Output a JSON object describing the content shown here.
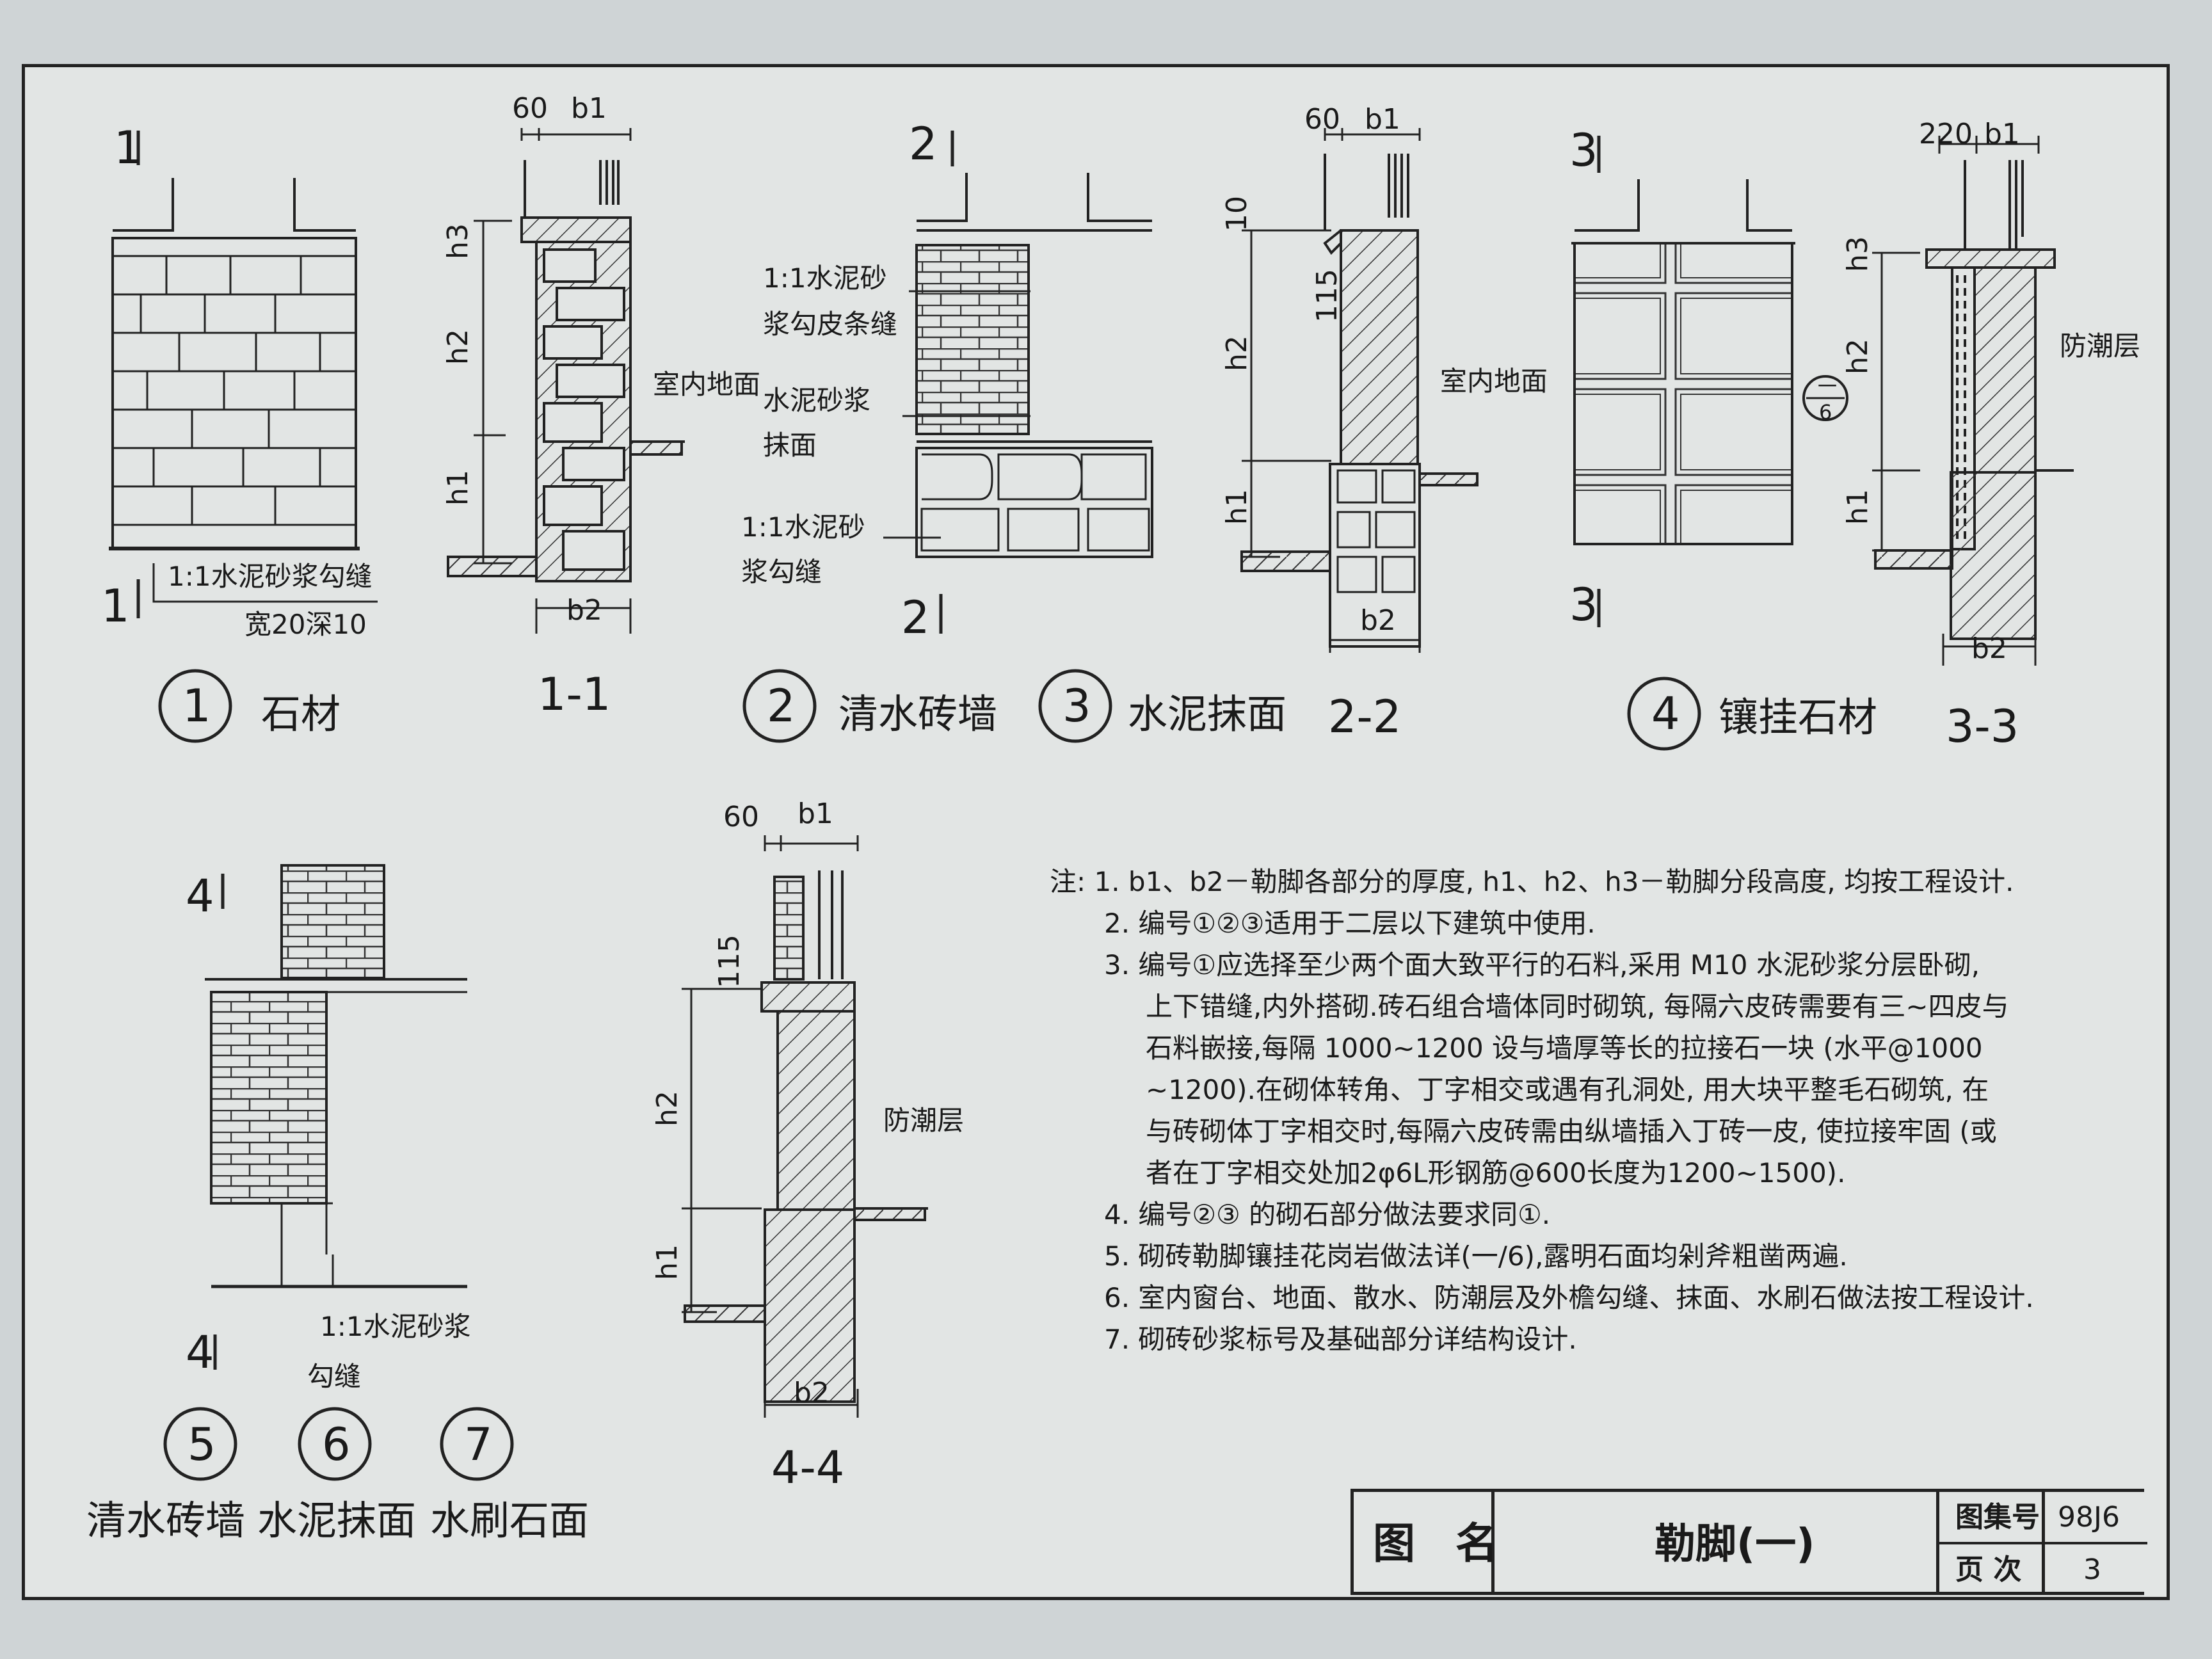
{
  "diagrams": {
    "d1": {
      "cut_top": "1",
      "cut_bottom": "1",
      "joint_note_1": "1:1水泥砂浆勾缝",
      "joint_note_2": "宽20深10",
      "num": "1",
      "caption": "石材"
    },
    "s1": {
      "title": "1-1",
      "dim_60": "60",
      "dim_b1": "b1",
      "dim_h3": "h3",
      "dim_h2": "h2",
      "dim_h1": "h1",
      "dim_b2": "b2",
      "floor": "室内地面"
    },
    "d2": {
      "cut_top": "2",
      "cut_bottom": "2",
      "note_a_1": "1:1水泥砂",
      "note_a_2": "浆勾皮条缝",
      "note_b_1": "水泥砂浆",
      "note_b_2": "抹面",
      "note_c_1": "1:1水泥砂",
      "note_c_2": "浆勾缝",
      "num2": "2",
      "caption2": "清水砖墙",
      "num3": "3",
      "caption3": "水泥抹面"
    },
    "s2": {
      "title": "2-2",
      "dim_60": "60",
      "dim_b1": "b1",
      "dim_10": "10",
      "dim_115": "115",
      "dim_h2": "h2",
      "dim_h1": "h1",
      "dim_b2": "b2",
      "floor": "室内地面"
    },
    "d4": {
      "cut_top": "3",
      "cut_bottom": "3",
      "num": "4",
      "caption": "镶挂石材"
    },
    "s3": {
      "title": "3-3",
      "dim_220": "220",
      "dim_b1": "b1",
      "dim_h3": "h3",
      "dim_h2": "h2",
      "dim_h1": "h1",
      "dim_b2": "b2",
      "damp": "防潮层",
      "ref_top": "一",
      "ref_bottom": "6"
    },
    "d5": {
      "cut_top": "4",
      "cut_bottom": "4",
      "note_1": "1:1水泥砂浆",
      "note_2": "勾缝",
      "num5": "5",
      "caption5": "清水砖墙",
      "num6": "6",
      "caption6": "水泥抹面",
      "num7": "7",
      "caption7": "水刷石面"
    },
    "s4": {
      "title": "4-4",
      "dim_60": "60",
      "dim_b1": "b1",
      "dim_115": "115",
      "dim_h2": "h2",
      "dim_h1": "h1",
      "dim_b2": "b2",
      "damp": "防潮层"
    }
  },
  "notes": {
    "n1": "注: 1. b1、b2－勒脚各部分的厚度, h1、h2、h3－勒脚分段高度, 均按工程设计.",
    "n2": "2. 编号①②③适用于二层以下建筑中使用.",
    "n3a": "3. 编号①应选择至少两个面大致平行的石料,采用 M10 水泥砂浆分层卧砌,",
    "n3b": "上下错缝,内外搭砌.砖石组合墙体同时砌筑, 每隔六皮砖需要有三~四皮与",
    "n3c": "石料嵌接,每隔 1000~1200 设与墙厚等长的拉接石一块 (水平@1000",
    "n3d": "~1200).在砌体转角、丁字相交或遇有孔洞处, 用大块平整毛石砌筑, 在",
    "n3e": "与砖砌体丁字相交时,每隔六皮砖需由纵墙插入丁砖一皮, 使拉接牢固 (或",
    "n3f": "者在丁字相交处加2φ6L形钢筋@600长度为1200~1500).",
    "n4": "4. 编号②③ 的砌石部分做法要求同①.",
    "n5": "5. 砌砖勒脚镶挂花岗岩做法详(一/6),露明石面均剁斧粗凿两遍.",
    "n6": "6. 室内窗台、地面、散水、防潮层及外檐勾缝、抹面、水刷石做法按工程设计.",
    "n7": "7. 砌砖砂浆标号及基础部分详结构设计."
  },
  "title_block": {
    "label_name": "图 名",
    "title": "勒脚(一)",
    "label_set": "图集号",
    "set_no": "98J6",
    "label_page": "页 次",
    "page_no": "3"
  }
}
